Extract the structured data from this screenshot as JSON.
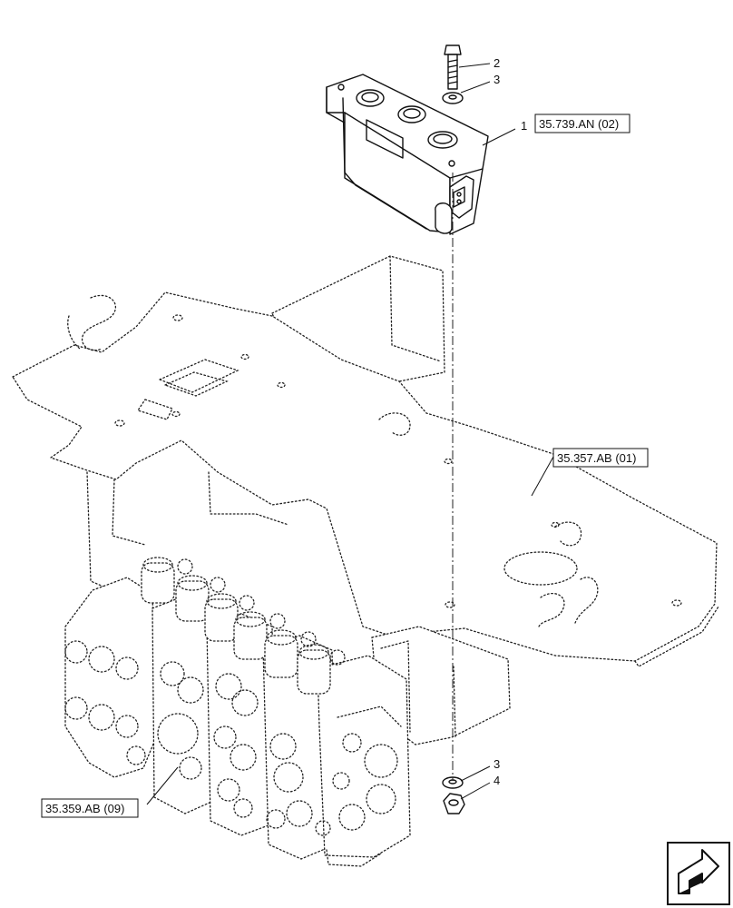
{
  "callouts": {
    "item_1": "1",
    "item_2": "2",
    "item_3_top": "3",
    "item_3_bottom": "3",
    "item_4": "4"
  },
  "references": {
    "valve_block": "35.739.AN (02)",
    "support_plate": "35.357.AB (01)",
    "control_valve": "35.359.AB (09)"
  },
  "icons": {
    "corner_nav": "next-page-arrow-icon"
  }
}
